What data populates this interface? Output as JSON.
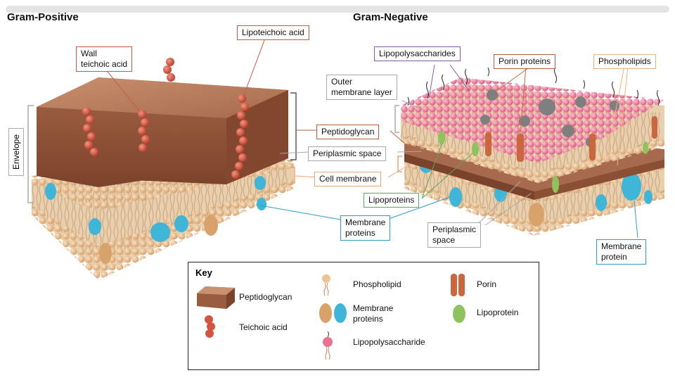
{
  "headings": {
    "gram_positive": "Gram-Positive",
    "gram_negative": "Gram-Negative"
  },
  "labels": {
    "wall_teichoic_acid": "Wall\nteichoic acid",
    "lipoteichoic_acid": "Lipoteichoic acid",
    "envelope": "Envelope",
    "peptidoglycan": "Peptidoglycan",
    "periplasmic_space": "Periplasmic space",
    "cell_membrane": "Cell membrane",
    "lipoproteins": "Lipoproteins",
    "membrane_proteins": "Membrane\nproteins",
    "periplasmic_space_2": "Periplasmic\nspace",
    "membrane_protein": "Membrane\nprotein",
    "lipopolysaccharides": "Lipopolysaccharides",
    "porin_proteins": "Porin proteins",
    "phospholipids": "Phospholipids",
    "outer_membrane_layer": "Outer\nmembrane layer"
  },
  "key": {
    "title": "Key",
    "items": {
      "peptidoglycan": "Peptidoglycan",
      "teichoic_acid": "Teichoic acid",
      "phospholipid": "Phospholipid",
      "membrane_proteins": "Membrane\nproteins",
      "lipopolysaccharide": "Lipopolysaccharide",
      "porin": "Porin",
      "lipoprotein": "Lipoprotein"
    }
  },
  "colors": {
    "peptidoglycan": "#a86a4e",
    "teichoic_acid": "#d4553f",
    "phospholipid_head": "#edc493",
    "membrane_protein_blue": "#3fb6d8",
    "membrane_protein_tan": "#d9a26b",
    "lipopolysaccharide": "#e9728f",
    "porin": "#c9683f",
    "lipoprotein": "#8fc35e"
  }
}
